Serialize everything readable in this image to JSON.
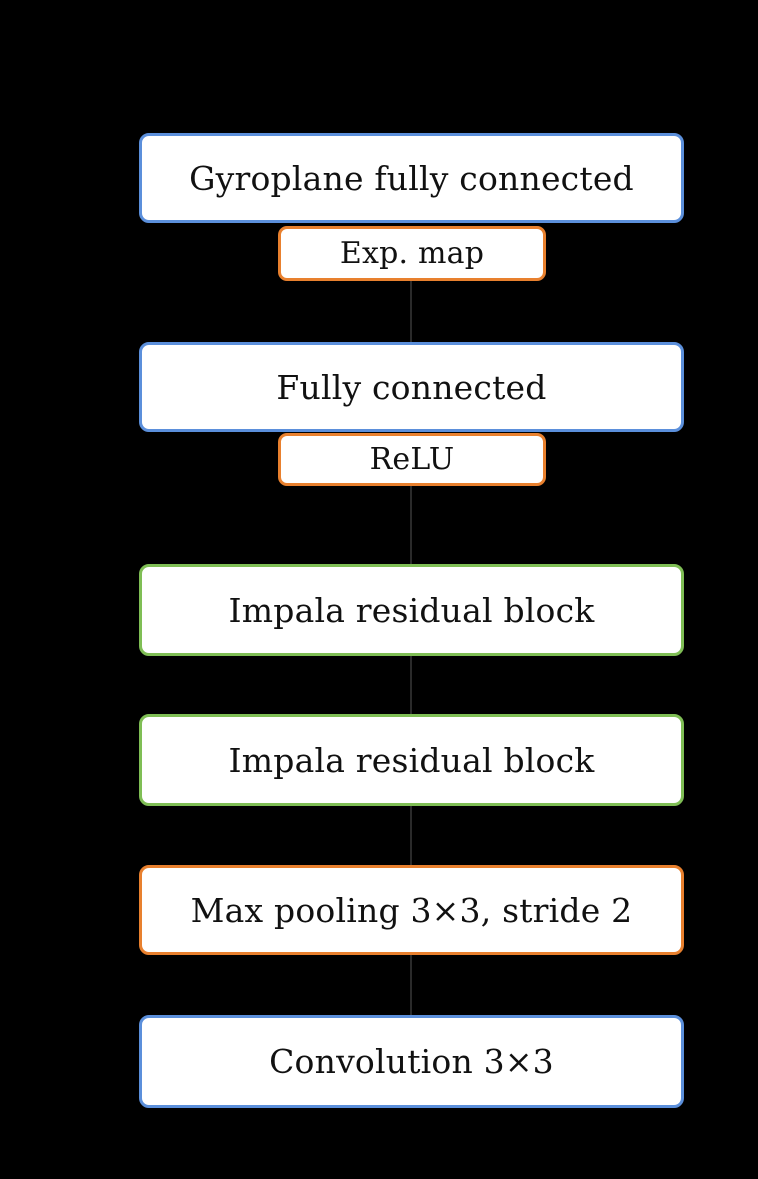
{
  "diagram": {
    "title": "Neural network architecture stack",
    "background_color": "#000000",
    "colors": {
      "blue": "#5B8FDB",
      "orange": "#E8802E",
      "green": "#7FBE55",
      "block_fill": "#FFFFFF",
      "text": "#111111"
    },
    "blocks": [
      {
        "id": "gyroplane-fully-connected",
        "label": "Gyroplane fully connected",
        "border_color": "#5B8FDB",
        "kind": "layer"
      },
      {
        "id": "exp-map",
        "label": "Exp. map",
        "border_color": "#E8802E",
        "kind": "activation"
      },
      {
        "id": "fully-connected",
        "label": "Fully connected",
        "border_color": "#5B8FDB",
        "kind": "layer"
      },
      {
        "id": "relu",
        "label": "ReLU",
        "border_color": "#E8802E",
        "kind": "activation"
      },
      {
        "id": "impala-residual-block-2",
        "label": "Impala residual block",
        "border_color": "#7FBE55",
        "kind": "layer"
      },
      {
        "id": "impala-residual-block-1",
        "label": "Impala residual block",
        "border_color": "#7FBE55",
        "kind": "layer"
      },
      {
        "id": "max-pooling",
        "label": "Max pooling 3×3, stride 2",
        "border_color": "#E8802E",
        "kind": "layer"
      },
      {
        "id": "convolution",
        "label": "Convolution 3×3",
        "border_color": "#5B8FDB",
        "kind": "layer"
      }
    ]
  }
}
